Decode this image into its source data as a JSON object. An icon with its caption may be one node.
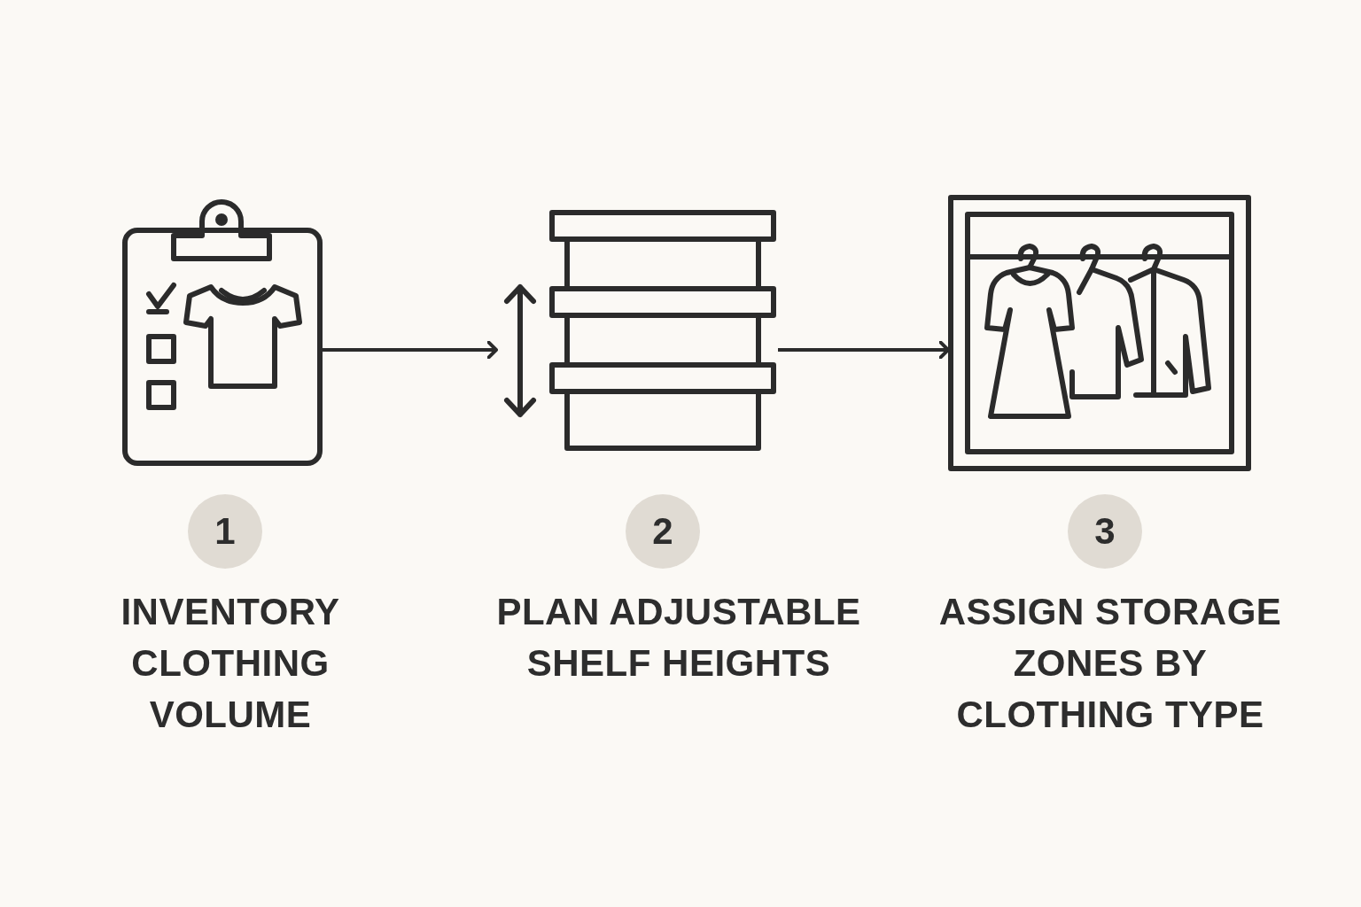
{
  "diagram": {
    "nodes": [
      {
        "text": [],
        "shape": "picture",
        "beside": [
          "1",
          "INVENTORY CLOTHING VOLUME"
        ]
      },
      {
        "text": [],
        "shape": "picture",
        "beside": [
          "2",
          "PLAN ADJUSTABLE SHELF HEIGHTS"
        ]
      },
      {
        "text": [],
        "shape": "picture",
        "beside": [
          "3",
          "ASSIGN STORAGE ZONES BY CLOTHING TYPE"
        ]
      }
    ],
    "edges": [
      {
        "from": 0,
        "to": 1,
        "arrow": "to"
      },
      {
        "from": 1,
        "to": 2,
        "arrow": "to"
      }
    ]
  }
}
